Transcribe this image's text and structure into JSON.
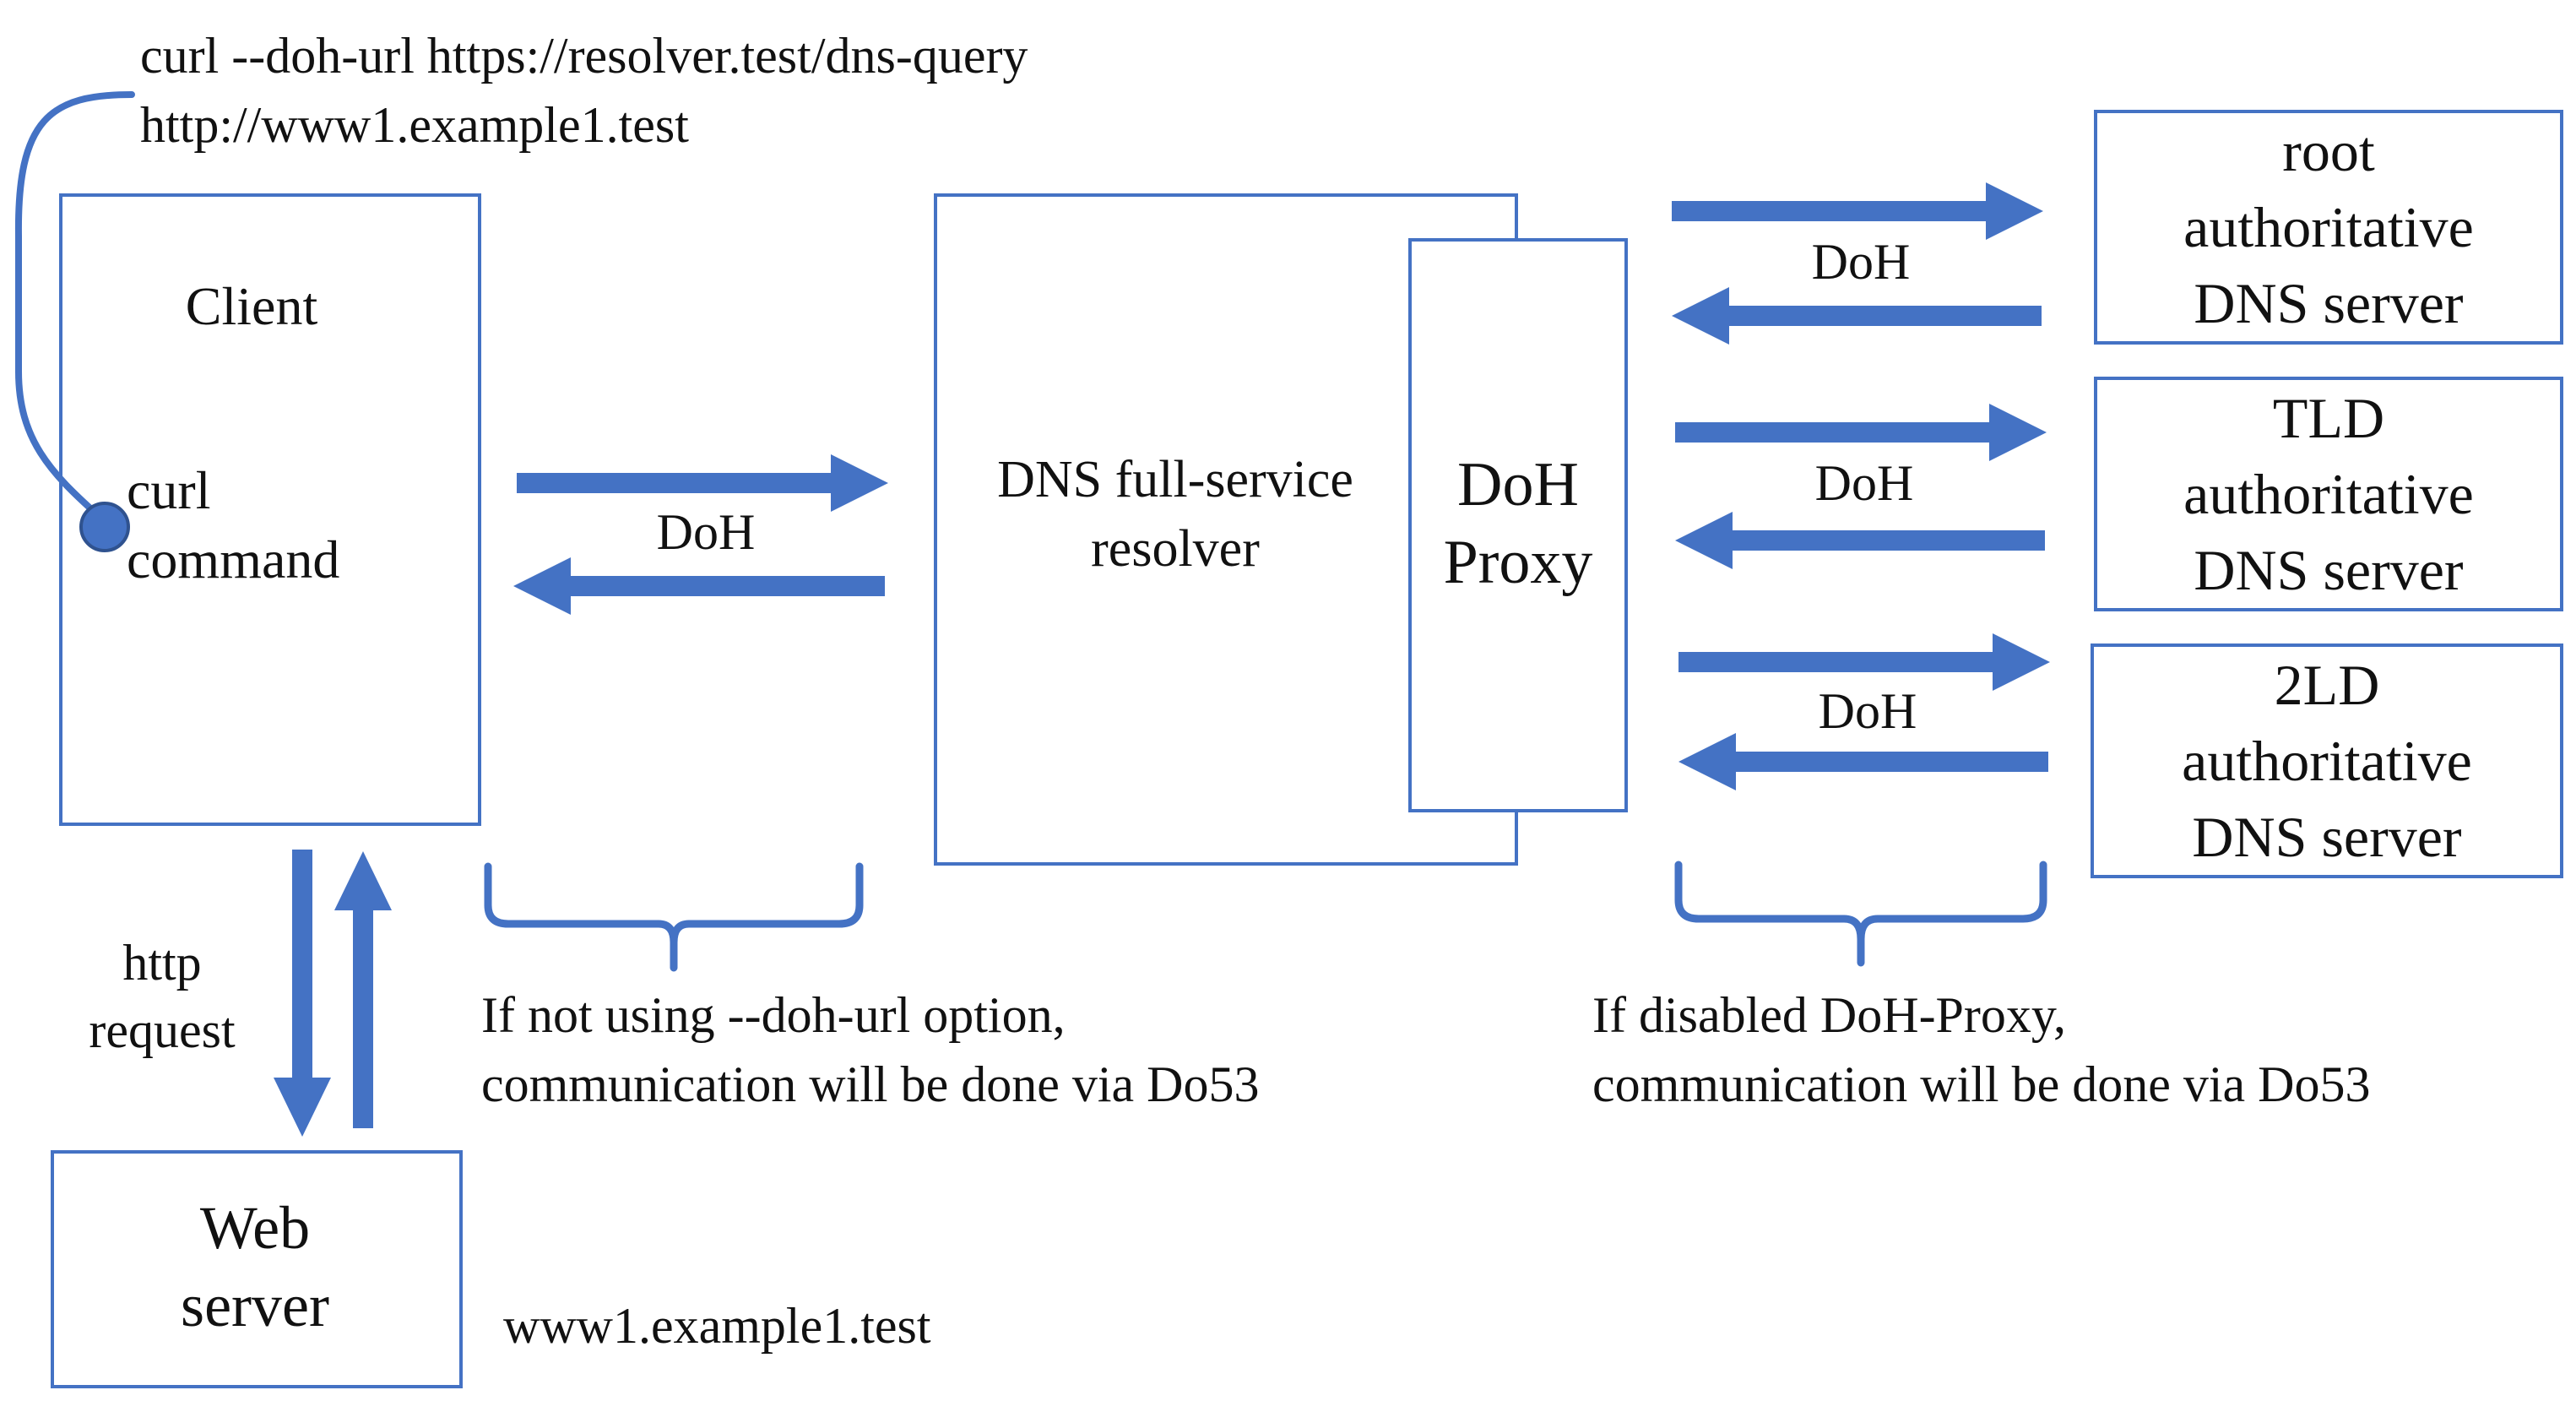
{
  "command": {
    "line1": "curl  --doh-url https://resolver.test/dns-query",
    "line2": "http://www1.example1.test"
  },
  "client": {
    "title": "Client",
    "curl_line1": "curl",
    "curl_line2": "command"
  },
  "resolver": {
    "line1": "DNS full-service",
    "line2": "resolver"
  },
  "proxy": {
    "line1": "DoH",
    "line2": "Proxy"
  },
  "servers": {
    "root": [
      "root",
      "authoritative",
      "DNS server"
    ],
    "tld": [
      "TLD",
      "authoritative",
      "DNS server"
    ],
    "sld": [
      "2LD",
      "authoritative",
      "DNS server"
    ]
  },
  "labels": {
    "doh_client": "DoH",
    "doh_root": "DoH",
    "doh_tld": "DoH",
    "doh_sld": "DoH",
    "http_line1": "http",
    "http_line2": "request"
  },
  "web_server": {
    "line1": "Web",
    "line2": "server",
    "domain": "www1.example1.test"
  },
  "notes": {
    "left_line1": "If not using --doh-url option,",
    "left_line2": "communication will be done via Do53",
    "right_line1": "If disabled DoH-Proxy,",
    "right_line2": "communication will be done via Do53"
  },
  "colors": {
    "accent": "#4472c4",
    "text": "#111111"
  }
}
